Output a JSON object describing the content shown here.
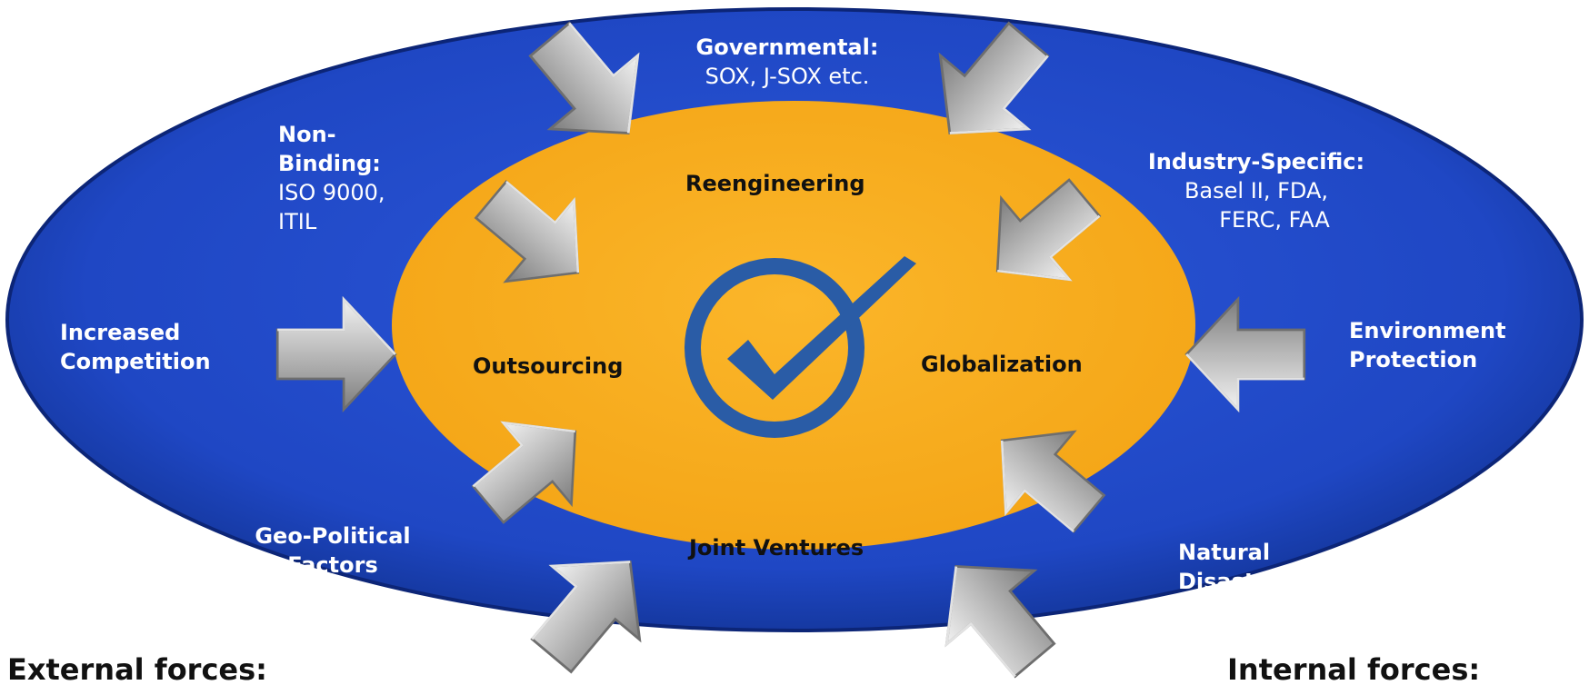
{
  "colors": {
    "outer_ellipse": "#1f47c4",
    "outer_edge": "#0c2577",
    "inner_ellipse": "#f8ad21",
    "check": "#2a5ca6",
    "arrow": "#a9a9a9",
    "label_text": "#ffffff",
    "inner_text": "#111111"
  },
  "outer_labels": {
    "governmental": {
      "title": "Governmental:",
      "detail": "SOX, J-SOX etc."
    },
    "non_binding": {
      "title_line1": "Non-",
      "title_line2": "Binding:",
      "detail_line1": "ISO 9000,",
      "detail_line2": "ITIL"
    },
    "industry_specific": {
      "title": "Industry-Specific:",
      "detail_line1": "Basel II, FDA,",
      "detail_line2": "FERC, FAA"
    },
    "increased_competition": {
      "line1": "Increased",
      "line2": "Competition"
    },
    "environment_protection": {
      "line1": "Environment",
      "line2": "Protection"
    },
    "geo_political": {
      "line1": "Geo-Political",
      "line2": "Factors"
    },
    "natural_disasters": {
      "line1": "Natural",
      "line2": "Disasters"
    }
  },
  "inner_labels": {
    "reengineering": "Reengineering",
    "outsourcing": "Outsourcing",
    "globalization": "Globalization",
    "joint_ventures": "Joint Ventures"
  },
  "center_icon": "checkmark-icon",
  "arrow_icon": "inward-arrow-icon",
  "footer": {
    "external": "External forces:",
    "internal": "Internal forces:"
  }
}
